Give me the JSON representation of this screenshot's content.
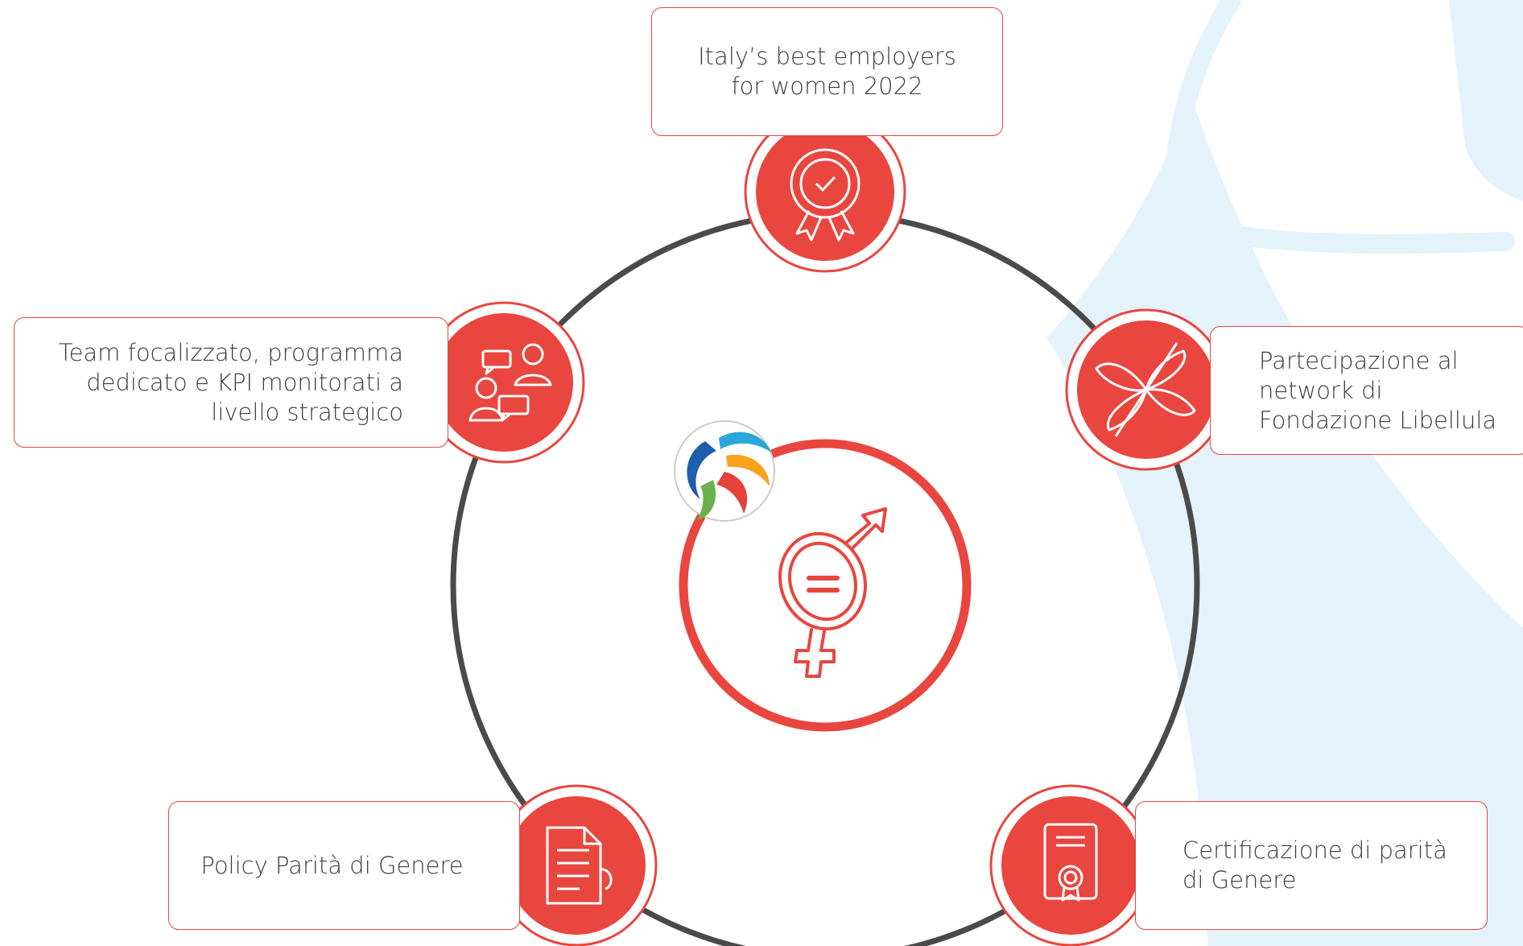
{
  "colors": {
    "accent": "#e8463f",
    "ring": "#4a4a4a",
    "text": "#3d3d3d",
    "background_shape": "#e4f2fb"
  },
  "items": [
    {
      "id": "award",
      "label": "Italy’s best employers\nfor women 2022",
      "icon": "award-ribbon-icon"
    },
    {
      "id": "team",
      "label": "Team focalizzato, programma\ndedicato e KPI monitorati a\nlivello strategico",
      "icon": "team-chat-icon"
    },
    {
      "id": "libellula",
      "label": "Partecipazione al\nnetwork di\nFondazione Libellula",
      "icon": "dragonfly-icon"
    },
    {
      "id": "policy",
      "label": "Policy Parità di Genere",
      "icon": "document-icon"
    },
    {
      "id": "cert",
      "label": "Certificazione di parità\ndi Genere",
      "icon": "certificate-icon"
    }
  ],
  "center": {
    "icon": "gender-equality-icon",
    "logo": "company-logo-icon"
  }
}
